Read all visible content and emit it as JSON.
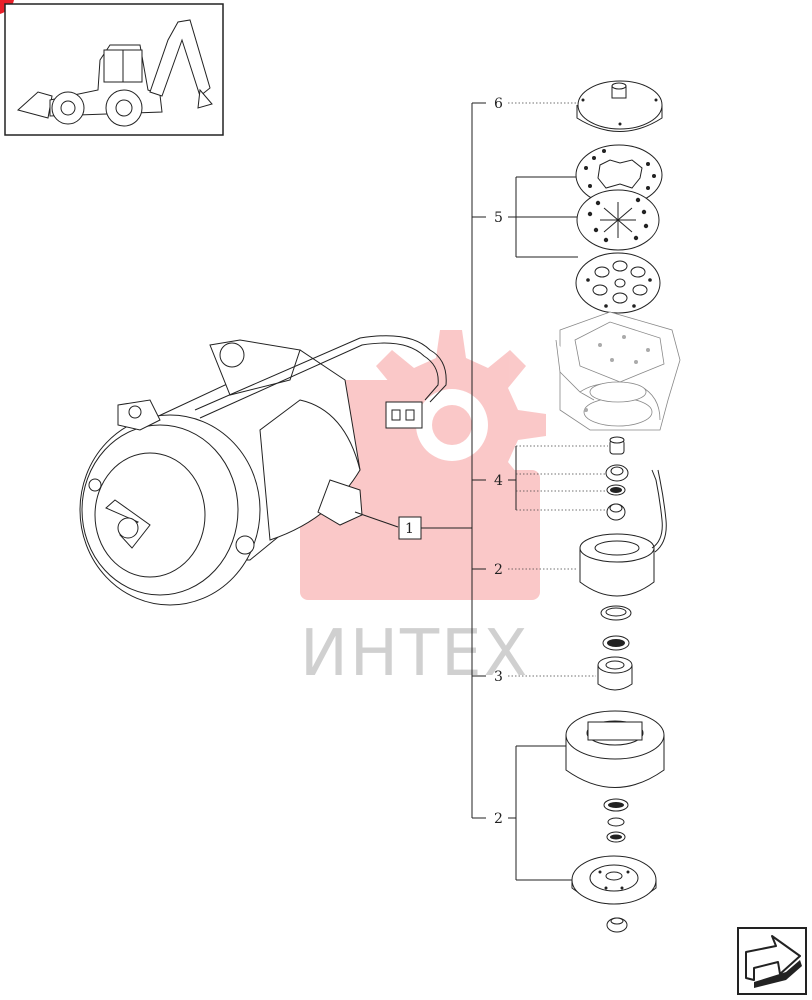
{
  "watermark": {
    "text": "ИНТЕХ",
    "color": "#f15a5a"
  },
  "callouts": {
    "main": "1",
    "c6": "6",
    "c5": "5",
    "c4": "4",
    "c2a": "2",
    "c3": "3",
    "c2b": "2"
  },
  "nav": {
    "next_icon": "arrow-forward-icon"
  },
  "colors": {
    "line": "#222222",
    "accent_corner": "#e8202a"
  }
}
